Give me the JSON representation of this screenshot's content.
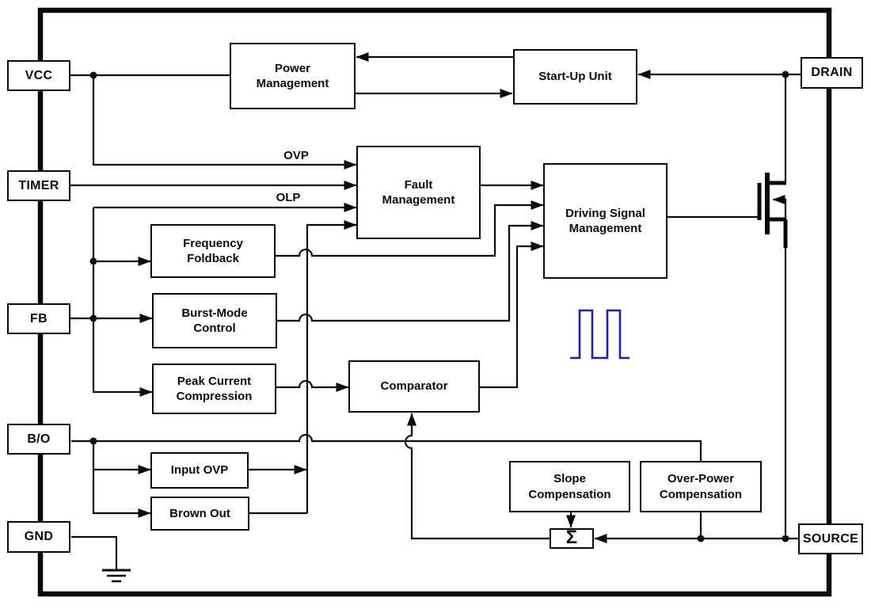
{
  "diagram": {
    "description": "Power controller IC internal block diagram",
    "colors": {
      "background": "#ffffff",
      "line": "#0a0a0a",
      "waveform": "#1c1cb8"
    },
    "pins": {
      "vcc": {
        "label": "VCC"
      },
      "timer": {
        "label": "TIMER"
      },
      "fb": {
        "label": "FB"
      },
      "bo": {
        "label": "B/O"
      },
      "gnd": {
        "label": "GND"
      },
      "drain": {
        "label": "DRAIN"
      },
      "source": {
        "label": "SOURCE"
      }
    },
    "blocks": {
      "power_management": {
        "label": "Power\nManagement"
      },
      "startup_unit": {
        "label": "Start-Up Unit"
      },
      "fault_management": {
        "label": "Fault\nManagement"
      },
      "driving_signal_management": {
        "label": "Driving Signal\nManagement"
      },
      "frequency_foldback": {
        "label": "Frequency\nFoldback"
      },
      "burst_mode_control": {
        "label": "Burst-Mode\nControl"
      },
      "peak_current_compression": {
        "label": "Peak Current\nCompression"
      },
      "comparator": {
        "label": "Comparator"
      },
      "input_ovp": {
        "label": "Input OVP"
      },
      "brown_out": {
        "label": "Brown Out"
      },
      "slope_compensation": {
        "label": "Slope\nCompensation"
      },
      "over_power_compensation": {
        "label": "Over-Power\nCompensation"
      },
      "summer": {
        "label": "Σ"
      }
    },
    "signal_labels": {
      "ovp": "OVP",
      "olp": "OLP"
    }
  }
}
